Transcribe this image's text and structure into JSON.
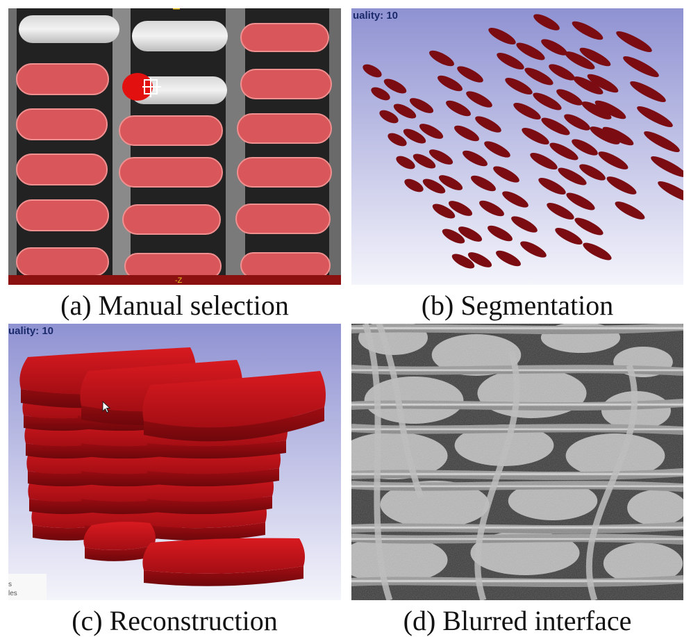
{
  "figure": {
    "captions": {
      "a": "(a) Manual selection",
      "b": "(b) Segmentation",
      "c": "(c) Reconstruction",
      "d": "(d) Blurred interface"
    }
  },
  "panel_a": {
    "axis_label": "-Z",
    "icon": "crosshair-brush-cursor",
    "colors": {
      "overlay": "#d9575a",
      "cursor": "#e31010",
      "axis_bar": "#8b1111",
      "background": "#202020"
    }
  },
  "panel_b": {
    "quality_label": "uality: 10",
    "colors": {
      "fiber": "#7a0c12",
      "bg_top": "#8f92d2",
      "bg_bottom": "#f4f4fb"
    }
  },
  "panel_c": {
    "quality_label": "uality: 10",
    "side_text_1": "s",
    "side_text_2": "les",
    "icon": "mouse-pointer-icon",
    "colors": {
      "yarn": "#c0141a",
      "bg_top": "#8f92d2",
      "bg_bottom": "#f4f4fb"
    }
  },
  "panel_d": {
    "colors": {
      "bg": "#3a3a3a",
      "fiber": "#cfcfcf"
    }
  }
}
